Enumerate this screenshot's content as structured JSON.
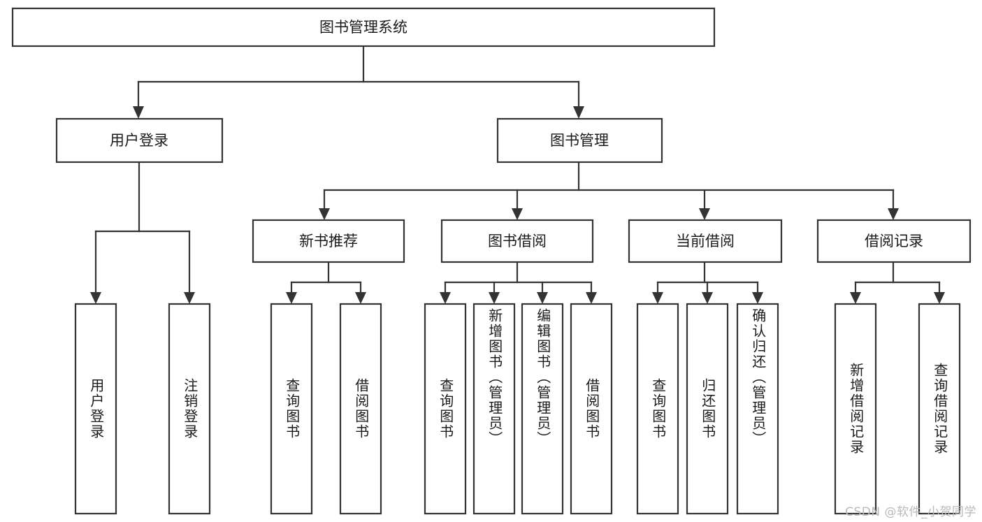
{
  "diagram": {
    "title": "图书管理系统",
    "type": "tree-hierarchy-chart",
    "watermark": "CSDN @软件_小贺同学",
    "colors": {
      "stroke": "#333333",
      "box_fill": "#ffffff",
      "text": "#1a1a1a",
      "background": "#ffffff",
      "watermark": "#b9b9b9"
    }
  },
  "root": {
    "label": "图书管理系统"
  },
  "level2": [
    {
      "label": "用户登录"
    },
    {
      "label": "图书管理"
    }
  ],
  "level3": [
    {
      "label": "新书推荐"
    },
    {
      "label": "图书借阅"
    },
    {
      "label": "当前借阅"
    },
    {
      "label": "借阅记录"
    }
  ],
  "leaves": {
    "user_login": [
      {
        "label": "用户登录"
      },
      {
        "label": "注销登录"
      }
    ],
    "new_book_recommend": [
      {
        "label": "查询图书"
      },
      {
        "label": "借阅图书"
      }
    ],
    "book_borrow": [
      {
        "label": "查询图书"
      },
      {
        "label": "新增图书（管理员）"
      },
      {
        "label": "编辑图书（管理员）"
      },
      {
        "label": "借阅图书"
      }
    ],
    "current_borrow": [
      {
        "label": "查询图书"
      },
      {
        "label": "归还图书"
      },
      {
        "label": "确认归还（管理员）"
      }
    ],
    "borrow_record": [
      {
        "label": "新增借阅记录"
      },
      {
        "label": "查询借阅记录"
      }
    ]
  }
}
